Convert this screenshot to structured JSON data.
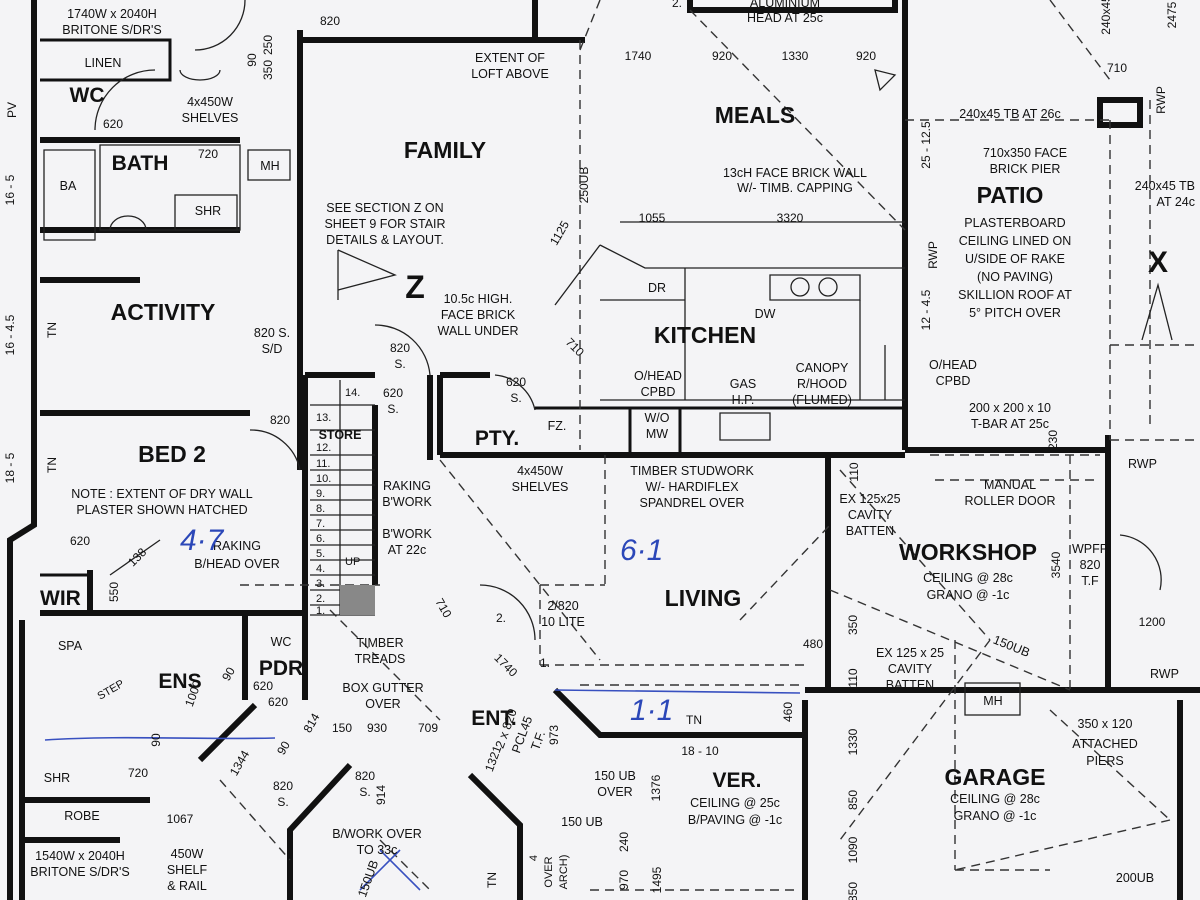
{
  "rooms": {
    "family": "FAMILY",
    "meals": "MEALS",
    "kitchen": "KITCHEN",
    "patio": "PATIO",
    "bath": "BATH",
    "wc": "WC",
    "activity": "ACTIVITY",
    "bed2": "BED 2",
    "living": "LIVING",
    "workshop": "WORKSHOP",
    "garage": "GARAGE",
    "ens": "ENS",
    "pdr": "PDR",
    "ent": "ENT.",
    "ver": "VER.",
    "pty": "PTY.",
    "store": "STORE",
    "wir": "WIR",
    "linen": "LINEN",
    "spa": "SPA",
    "shr": "SHR",
    "shr2": "SHR",
    "ba": "BA",
    "mh": "MH",
    "mh2": "MH",
    "robe": "ROBE",
    "dr": "DR",
    "dw": "DW",
    "fz": "FZ.",
    "wc2": "WC",
    "wmw1": "W/O",
    "wmw2": "MW",
    "step": "STEP",
    "up": "UP"
  },
  "notes": {
    "britone_top": "1740W x 2040H",
    "britone_top2": "BRITONE S/DR'S",
    "britone_bot": "1540W x 2040H",
    "britone_bot2": "BRITONE S/DR'S",
    "shelves_wc1": "4x450W",
    "shelves_wc2": "SHELVES",
    "loft1": "EXTENT OF",
    "loft2": "LOFT ABOVE",
    "aluminium1": "ALUMINIUM",
    "aluminium2": "HEAD AT 25c",
    "ub250": "250UB",
    "stair1": "SEE SECTION Z ON",
    "stair2": "SHEET 9 FOR STAIR",
    "stair3": "DETAILS & LAYOUT.",
    "section_z": "Z",
    "brickwall1": "13cH FACE BRICK WALL",
    "brickwall2": "W/- TIMB. CAPPING",
    "tb26": "240x45 TB AT 26c",
    "pier1": "710x350 FACE",
    "pier2": "BRICK PIER",
    "patio1": "PLASTERBOARD",
    "patio2": "CEILING LINED ON",
    "patio3": "U/SIDE OF RAKE",
    "patio4": "(NO PAVING)",
    "patio5": "SKILLION ROOF AT",
    "patio6": "5° PITCH OVER",
    "tb24a": "240x45 TB",
    "tb24b": "AT 24c",
    "section_x": "X",
    "facebrick1": "10.5c HIGH.",
    "facebrick2": "FACE BRICK",
    "facebrick3": "WALL UNDER",
    "ohead1": "O/HEAD",
    "ohead2": "CPBD",
    "gas1": "GAS",
    "gas2": "H.P.",
    "canopy1": "CANOPY",
    "canopy2": "R/HOOD",
    "canopy3": "(FLUMED)",
    "ohead3": "O/HEAD",
    "ohead4": "CPBD",
    "tbar1": "200 x 200 x 10",
    "tbar2": "T-BAR AT 25c",
    "rwp1": "RWP",
    "rwp2": "RWP",
    "rwp3": "RWP",
    "rwp4": "RWP",
    "sd1": "820 S.",
    "sd2": "S/D",
    "drywall1": "NOTE : EXTENT OF DRY WALL",
    "drywall2": "PLASTER SHOWN HATCHED",
    "raking1": "RAKING",
    "raking2": "B/HEAD OVER",
    "rakingbw1": "RAKING",
    "rakingbw2": "B'WORK",
    "bwork22a": "B'WORK",
    "bwork22b": "AT 22c",
    "shelves2a": "4x450W",
    "shelves2b": "SHELVES",
    "studwork1": "TIMBER STUDWORK",
    "studwork2": "W/- HARDIFLEX",
    "studwork3": "SPANDREL OVER",
    "batten1": "EX 125x25",
    "batten2": "CAVITY",
    "batten3": "BATTEN",
    "batten4": "EX 125 x 25",
    "batten5": "CAVITY",
    "batten6": "BATTEN",
    "workshop_c1": "CEILING @ 28c",
    "workshop_c2": "GRANO @ -1c",
    "manual1": "MANUAL",
    "manual2": "ROLLER DOOR",
    "wpfp1": "WPFP",
    "wpfp2": "820",
    "wpfp3": "T.F",
    "ub150a": "150UB",
    "lite1": "2/820",
    "lite2": "10 LITE",
    "treads1": "TIMBER",
    "treads2": "TREADS",
    "gutter1": "BOX GUTTER",
    "gutter2": "OVER",
    "piers1": "350 x 120",
    "piers2": "ATTACHED",
    "piers3": "PIERS",
    "garage_c1": "CEILING @ 28c",
    "garage_c2": "GRANO @ -1c",
    "ver_c1": "CEILING @ 25c",
    "ver_c2": "B/PAVING @ -1c",
    "ub150b1": "150 UB",
    "ub150b2": "OVER",
    "ub150c": "150 UB",
    "pcl1": "2 x 820",
    "pcl2": "PCL45",
    "pcl3": "T.F.",
    "bwover1": "B/WORK OVER",
    "bwover2": "TO 33c",
    "shelf1": "450W",
    "shelf2": "SHELF",
    "shelf3": "& RAIL",
    "ub150d": "150UB",
    "ub200": "200UB",
    "arch1": "4",
    "arch2": "OVER",
    "arch3": "ARCH)",
    "tn1": "TN",
    "tn2": "TN",
    "tn3": "TN",
    "tn4": "TN",
    "pv": "PV"
  },
  "dims": {
    "d820a": "820",
    "d90": "90",
    "d250": "250",
    "d350a": "350",
    "d620a": "620",
    "d720a": "720",
    "d1740a": "1740",
    "d920a": "920",
    "d1330a": "1330",
    "d920b": "920",
    "d710a": "710",
    "d2475": "2475",
    "d24045": "240x45",
    "d1055": "1055",
    "d3320": "3320",
    "d1125": "1125",
    "d710b": "710",
    "d820b": "820",
    "d820c": "820",
    "dS1": "S.",
    "d620b": "620",
    "dS2": "S.",
    "d620c": "620",
    "dS3": "S.",
    "d14": "14.",
    "d13": "13.",
    "d12": "12.",
    "d11": "11.",
    "d10": "10.",
    "d9": "9.",
    "d8": "8.",
    "d7": "7.",
    "d6": "6.",
    "d5": "5.",
    "d4": "4.",
    "d3": "3.",
    "d2": "2.",
    "d1": "1.",
    "d2b": "2.",
    "d1b": "1.",
    "d2c": "2.",
    "d16_5a": "16 - 5",
    "d16_45": "16 - 4.5",
    "d18_5": "18 - 5",
    "d25_125": "25 - 12.5",
    "d12_45": "12 - 4.5",
    "d620d": "620",
    "d138": "138",
    "d550": "550",
    "d110a": "110",
    "d230": "230",
    "d3540": "3540",
    "d1200": "1200",
    "d480": "480",
    "d110b": "110",
    "d460": "460",
    "d1740b": "1740",
    "d710c": "710",
    "d1000": "1000",
    "d90b": "90",
    "d620e": "620",
    "d620f": "620",
    "d90c": "90",
    "d814": "814",
    "d150a": "150",
    "d930": "930",
    "d709": "709",
    "d973": "973",
    "d1321": "1321",
    "d18_10": "18 - 10",
    "d1376": "1376",
    "d1330b": "1330",
    "d850a": "850",
    "d1090": "1090",
    "d850b": "850",
    "d720b": "720",
    "d1344": "1344",
    "d820d": "820",
    "dS4": "S.",
    "d820e": "820",
    "dS5": "S.",
    "d914": "914",
    "d1067": "1067",
    "d970": "970",
    "d1495": "1495",
    "d240": "240",
    "d350b": "350",
    "d90d": "90"
  },
  "handwriting": {
    "h1": "4·7",
    "h2": "6·1",
    "h3": "1·1"
  }
}
